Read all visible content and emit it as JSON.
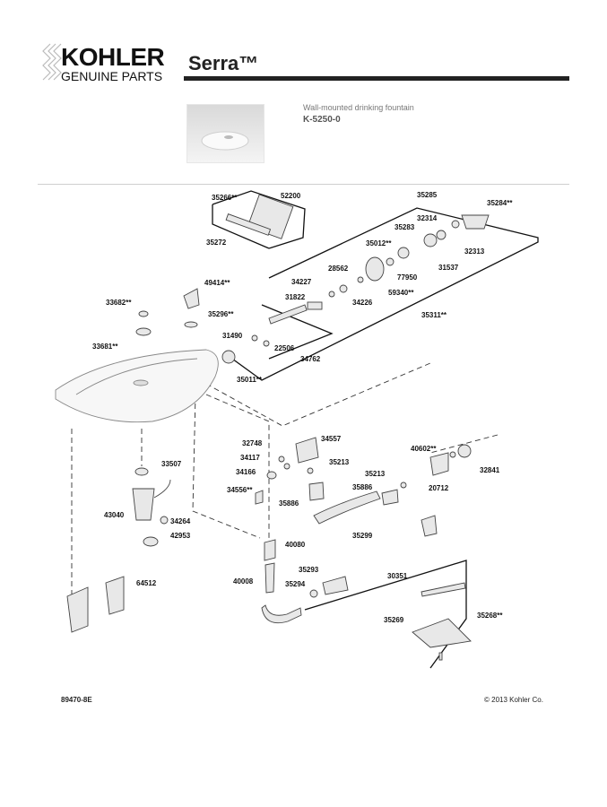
{
  "header": {
    "brand": "KOHLER",
    "subbrand": "GENUINE PARTS",
    "product_title": "Serra™"
  },
  "product": {
    "description": "Wall-mounted drinking fountain",
    "model": "K-5250-0"
  },
  "parts": [
    {
      "id": "p35266",
      "label": "35266**"
    },
    {
      "id": "p52200",
      "label": "52200"
    },
    {
      "id": "p35272",
      "label": "35272"
    },
    {
      "id": "p35285",
      "label": "35285"
    },
    {
      "id": "p35284",
      "label": "35284**"
    },
    {
      "id": "p32314",
      "label": "32314"
    },
    {
      "id": "p35283",
      "label": "35283"
    },
    {
      "id": "p32313",
      "label": "32313"
    },
    {
      "id": "p35012",
      "label": "35012**"
    },
    {
      "id": "p31537",
      "label": "31537"
    },
    {
      "id": "p28562",
      "label": "28562"
    },
    {
      "id": "p77950",
      "label": "77950"
    },
    {
      "id": "p34227",
      "label": "34227"
    },
    {
      "id": "p59340",
      "label": "59340**"
    },
    {
      "id": "p31822",
      "label": "31822"
    },
    {
      "id": "p34226",
      "label": "34226"
    },
    {
      "id": "p35311",
      "label": "35311**"
    },
    {
      "id": "p49414",
      "label": "49414**"
    },
    {
      "id": "p33682",
      "label": "33682**"
    },
    {
      "id": "p35296",
      "label": "35296**"
    },
    {
      "id": "p33681",
      "label": "33681**"
    },
    {
      "id": "p31490",
      "label": "31490"
    },
    {
      "id": "p22506",
      "label": "22506"
    },
    {
      "id": "p34762",
      "label": "34762"
    },
    {
      "id": "p35011",
      "label": "35011**"
    },
    {
      "id": "p32748",
      "label": "32748"
    },
    {
      "id": "p34557",
      "label": "34557"
    },
    {
      "id": "p40602",
      "label": "40602**"
    },
    {
      "id": "p34117",
      "label": "34117"
    },
    {
      "id": "p35213a",
      "label": "35213"
    },
    {
      "id": "p32841",
      "label": "32841"
    },
    {
      "id": "p33507",
      "label": "33507"
    },
    {
      "id": "p34166",
      "label": "34166"
    },
    {
      "id": "p35213b",
      "label": "35213"
    },
    {
      "id": "p20712",
      "label": "20712"
    },
    {
      "id": "p34556",
      "label": "34556**"
    },
    {
      "id": "p35886a",
      "label": "35886"
    },
    {
      "id": "p35886b",
      "label": "35886"
    },
    {
      "id": "p43040",
      "label": "43040"
    },
    {
      "id": "p34264",
      "label": "34264"
    },
    {
      "id": "p42953",
      "label": "42953"
    },
    {
      "id": "p35299",
      "label": "35299"
    },
    {
      "id": "p40080",
      "label": "40080"
    },
    {
      "id": "p64512",
      "label": "64512"
    },
    {
      "id": "p35293",
      "label": "35293"
    },
    {
      "id": "p30351",
      "label": "30351"
    },
    {
      "id": "p40008",
      "label": "40008"
    },
    {
      "id": "p35294",
      "label": "35294"
    },
    {
      "id": "p35268",
      "label": "35268**"
    },
    {
      "id": "p35269",
      "label": "35269"
    }
  ],
  "footer": {
    "doc_number": "89470-8E",
    "copyright": "© 2013 Kohler Co."
  }
}
